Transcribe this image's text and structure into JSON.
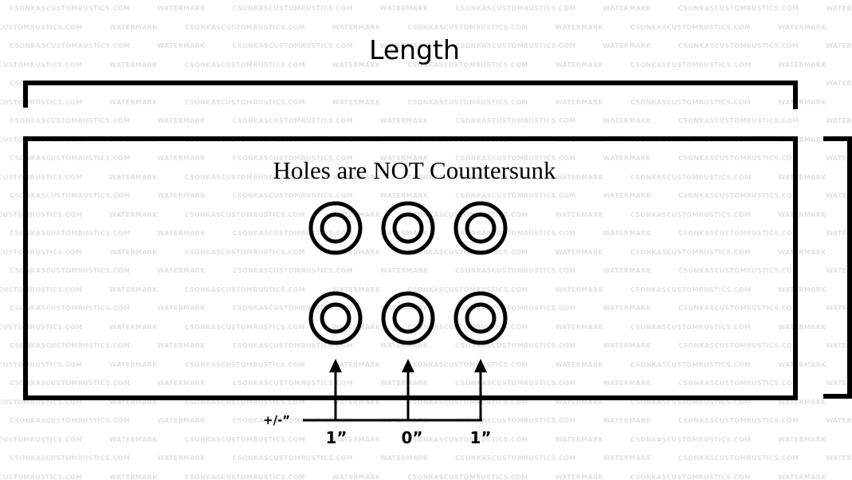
{
  "length_label": "Length",
  "note": "Holes are NOT Countersunk",
  "tolerance_label": "+/-”",
  "offsets": [
    "1”",
    "0”",
    "1”"
  ],
  "watermark": {
    "site_text": "CSONKASCUSTOMRUSTICS.COM",
    "mark_text": "WATERMARK"
  },
  "colors": {
    "line": "#000000",
    "background": "#ffffff",
    "watermark": "#e2e2e2"
  }
}
